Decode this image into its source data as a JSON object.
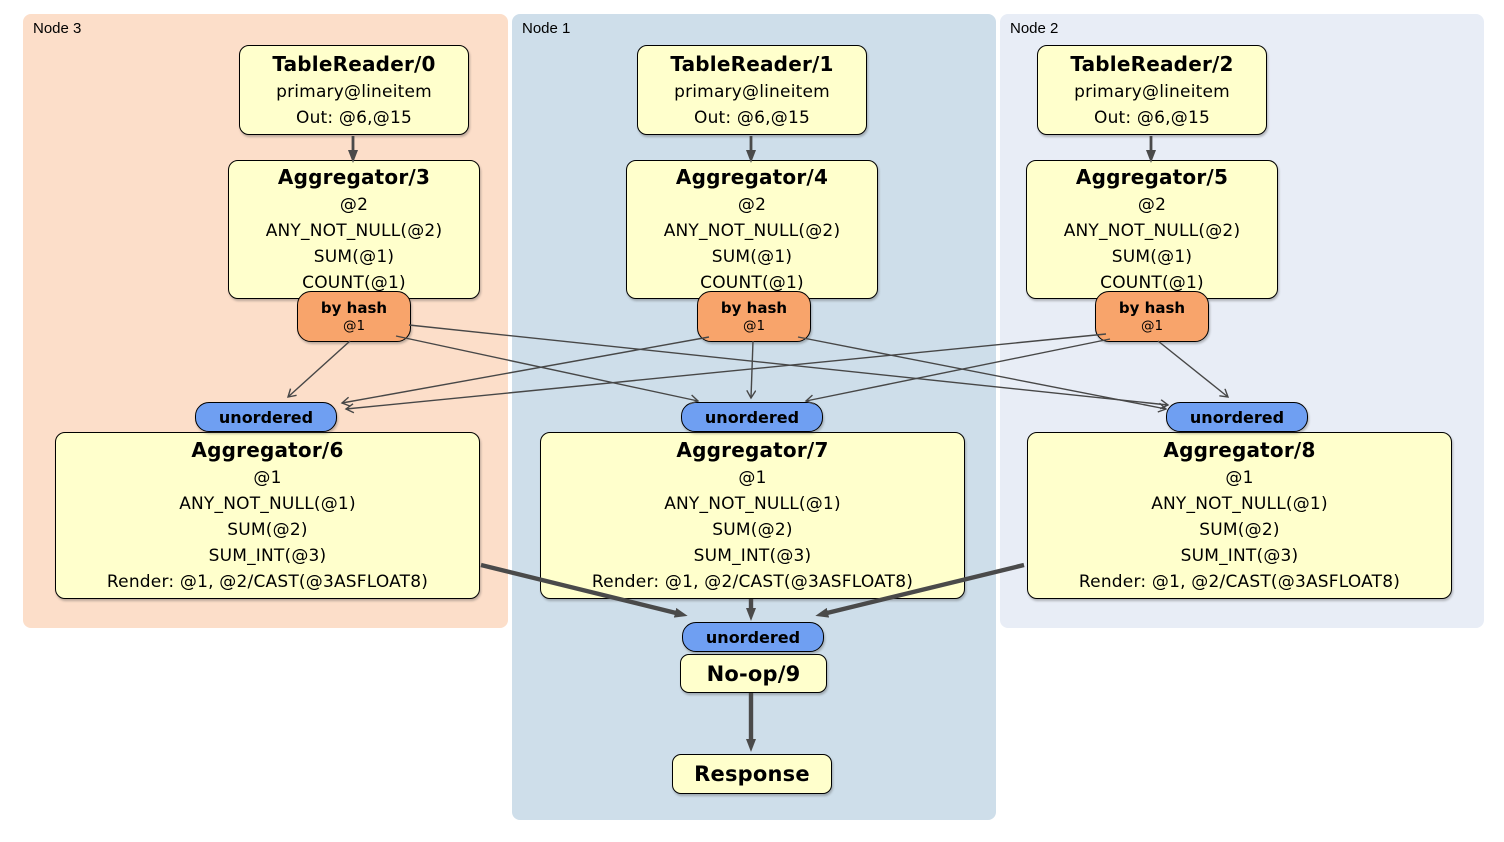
{
  "regions": [
    {
      "label": "Node 3"
    },
    {
      "label": "Node 1"
    },
    {
      "label": "Node 2"
    }
  ],
  "columns": [
    {
      "table_reader": {
        "title": "TableReader/0",
        "subtitle": "primary@lineitem",
        "out": "Out: @6,@15"
      },
      "aggregator_top": {
        "title": "Aggregator/3",
        "lines": [
          "@2",
          "ANY_NOT_NULL(@2)",
          "SUM(@1)",
          "COUNT(@1)"
        ]
      },
      "router": {
        "label": "by hash",
        "key": "@1"
      },
      "stream_in": {
        "label": "unordered"
      },
      "aggregator_bottom": {
        "title": "Aggregator/6",
        "lines": [
          "@1",
          "ANY_NOT_NULL(@1)",
          "SUM(@2)",
          "SUM_INT(@3)",
          "Render: @1, @2/CAST(@3ASFLOAT8)"
        ]
      }
    },
    {
      "table_reader": {
        "title": "TableReader/1",
        "subtitle": "primary@lineitem",
        "out": "Out: @6,@15"
      },
      "aggregator_top": {
        "title": "Aggregator/4",
        "lines": [
          "@2",
          "ANY_NOT_NULL(@2)",
          "SUM(@1)",
          "COUNT(@1)"
        ]
      },
      "router": {
        "label": "by hash",
        "key": "@1"
      },
      "stream_in": {
        "label": "unordered"
      },
      "aggregator_bottom": {
        "title": "Aggregator/7",
        "lines": [
          "@1",
          "ANY_NOT_NULL(@1)",
          "SUM(@2)",
          "SUM_INT(@3)",
          "Render: @1, @2/CAST(@3ASFLOAT8)"
        ]
      }
    },
    {
      "table_reader": {
        "title": "TableReader/2",
        "subtitle": "primary@lineitem",
        "out": "Out: @6,@15"
      },
      "aggregator_top": {
        "title": "Aggregator/5",
        "lines": [
          "@2",
          "ANY_NOT_NULL(@2)",
          "SUM(@1)",
          "COUNT(@1)"
        ]
      },
      "router": {
        "label": "by hash",
        "key": "@1"
      },
      "stream_in": {
        "label": "unordered"
      },
      "aggregator_bottom": {
        "title": "Aggregator/8",
        "lines": [
          "@1",
          "ANY_NOT_NULL(@1)",
          "SUM(@2)",
          "SUM_INT(@3)",
          "Render: @1, @2/CAST(@3ASFLOAT8)"
        ]
      }
    }
  ],
  "final": {
    "stream": {
      "label": "unordered"
    },
    "noop": {
      "title": "No-op/9"
    },
    "response": {
      "title": "Response"
    }
  },
  "colors": {
    "node3_bg": "#FCDEC9",
    "node1_bg": "#CEDEEA",
    "node2_bg": "#E8EDF6",
    "operator_fill": "#FFFFCC",
    "hash_router_fill": "#F8A46B",
    "stream_fill": "#6F9FF2",
    "edge_color": "#4A4A4A"
  }
}
